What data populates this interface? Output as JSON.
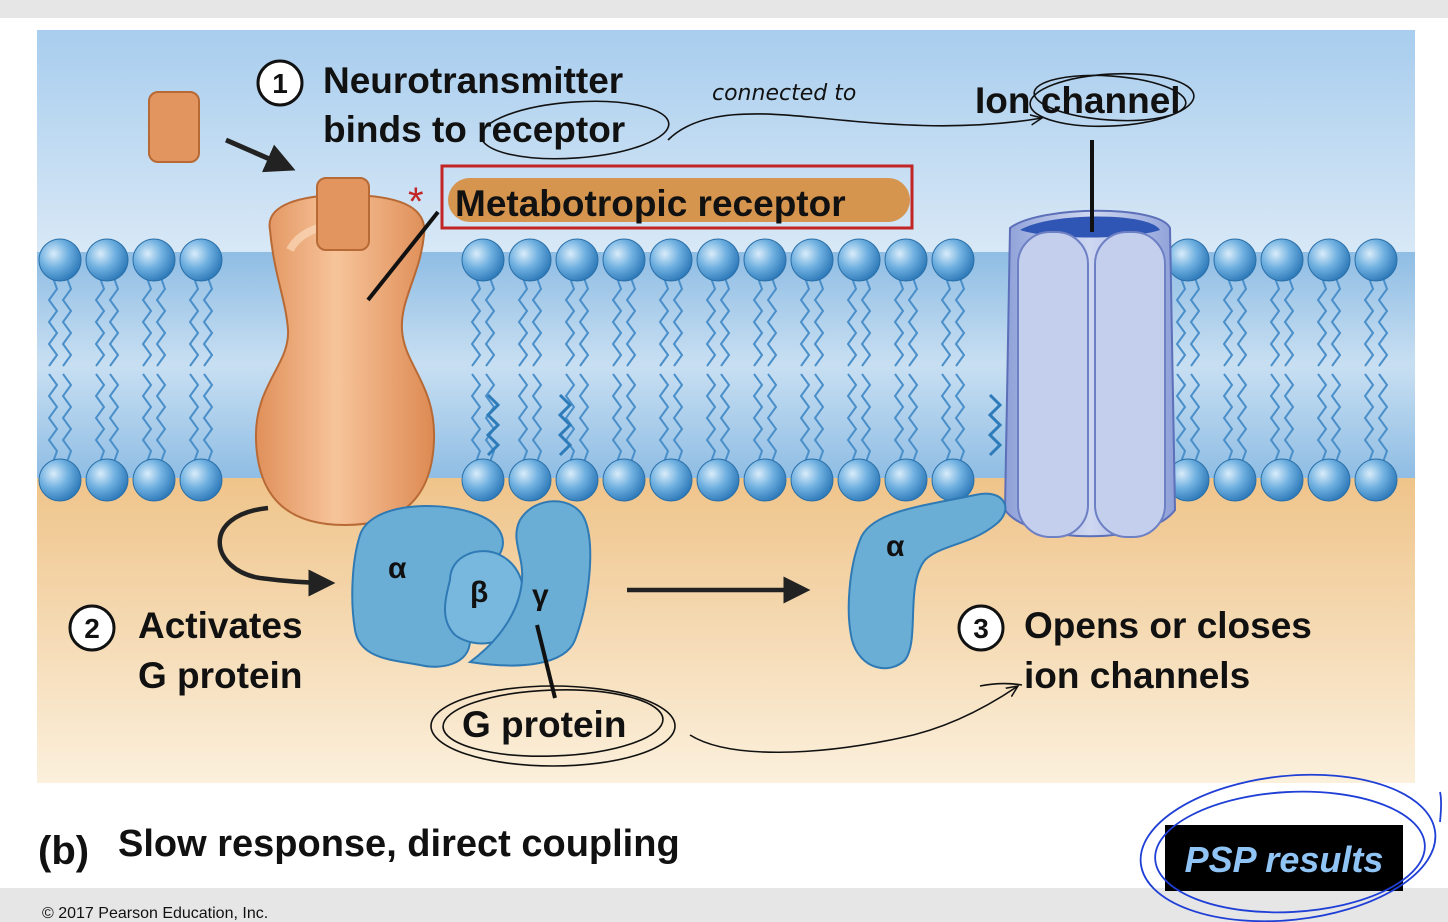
{
  "step1": {
    "number": "1",
    "line1": "Neurotransmitter",
    "line2_prefix": "binds to ",
    "line2_word": "receptor"
  },
  "step2": {
    "number": "2",
    "line1": "Activates",
    "line2": "G protein"
  },
  "step3": {
    "number": "3",
    "line1": "Opens or closes",
    "line2": "ion channels"
  },
  "metabotropic_label": "Metabotropic receptor",
  "ion_channel_label": "Ion channel",
  "g_protein_label": "G protein",
  "subunits": {
    "alpha": "α",
    "beta": "β",
    "gamma": "γ",
    "alpha_free": "α"
  },
  "handwritten": {
    "connected_to": "connected to",
    "asterisk": "*"
  },
  "caption": {
    "letter": "(b)",
    "text": "Slow response, direct coupling"
  },
  "psp_badge": "PSP results",
  "copyright": "© 2017 Pearson Education, Inc.",
  "colors": {
    "receptor": "#e8a272",
    "receptor_dark": "#b86a36",
    "membrane_band": "#a4c8e6",
    "lipid_head": "#5fa3d8",
    "cytoplasm": "#f2cb96",
    "gprotein": "#6aaed6",
    "channel": "#b9c5e8",
    "channel_dark": "#2f55b5",
    "label_box": "#d6954f",
    "red_box": "#c22525",
    "blue_ink": "#1f3fd6"
  }
}
